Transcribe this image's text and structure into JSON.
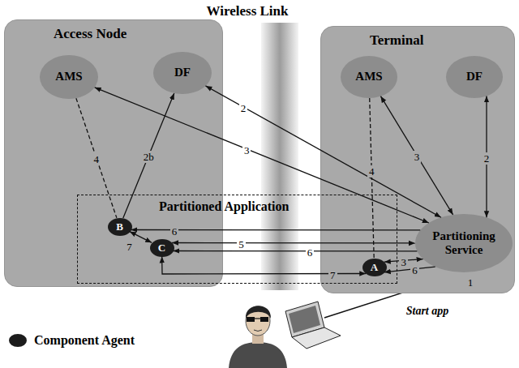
{
  "diagram": {
    "nodes": [
      {
        "text": [
          "Access Node"
        ]
      },
      {
        "text": [
          "Wireless Link"
        ]
      },
      {
        "text": [
          "Terminal"
        ]
      },
      {
        "text": [
          "AMS"
        ],
        "in": 0
      },
      {
        "text": [
          "DF"
        ],
        "in": 0
      },
      {
        "text": [
          "AMS"
        ],
        "in": 2
      },
      {
        "text": [
          "DF"
        ],
        "in": 2
      },
      {
        "text": [
          "Partitioning Service"
        ],
        "in": 2
      },
      {
        "text": [
          "Partitioned Application"
        ]
      },
      {
        "text": [
          "B"
        ],
        "in": 8
      },
      {
        "text": [
          "C"
        ],
        "in": 8
      },
      {
        "text": [
          "A"
        ],
        "in": 8
      }
    ],
    "edges": [
      {
        "from": 4,
        "to": 7,
        "arrow": "both",
        "label": "2"
      },
      {
        "from": 6,
        "to": 7,
        "arrow": "both",
        "label": "2"
      },
      {
        "from": 5,
        "to": 7,
        "arrow": "both",
        "label": "3"
      },
      {
        "from": 3,
        "to": 7,
        "arrow": "both",
        "label": "3"
      },
      {
        "from": 3,
        "to": 9,
        "arrow": "none",
        "label": "4"
      },
      {
        "from": 5,
        "to": 11,
        "arrow": "none",
        "label": "4"
      },
      {
        "from": 9,
        "to": 4,
        "arrow": "to",
        "label": "2b"
      },
      {
        "from": 10,
        "to": 7,
        "arrow": "both",
        "label": "5"
      },
      {
        "from": 7,
        "to": 10,
        "arrow": "to",
        "label": "6"
      },
      {
        "from": 10,
        "to": 11,
        "arrow": "both",
        "label": "7"
      },
      {
        "from": 7,
        "to": 9,
        "arrow": "to",
        "label": "6"
      },
      {
        "from": 11,
        "to": 7,
        "arrow": "both",
        "label": "3"
      },
      {
        "from": 7,
        "to": 11,
        "arrow": "to",
        "label": "6"
      },
      {
        "from": 9,
        "to": 10,
        "arrow": "both",
        "label": "7"
      }
    ],
    "labels": [
      "1",
      "Start app"
    ],
    "legend": [
      {
        "text": "Component Agent"
      }
    ]
  }
}
